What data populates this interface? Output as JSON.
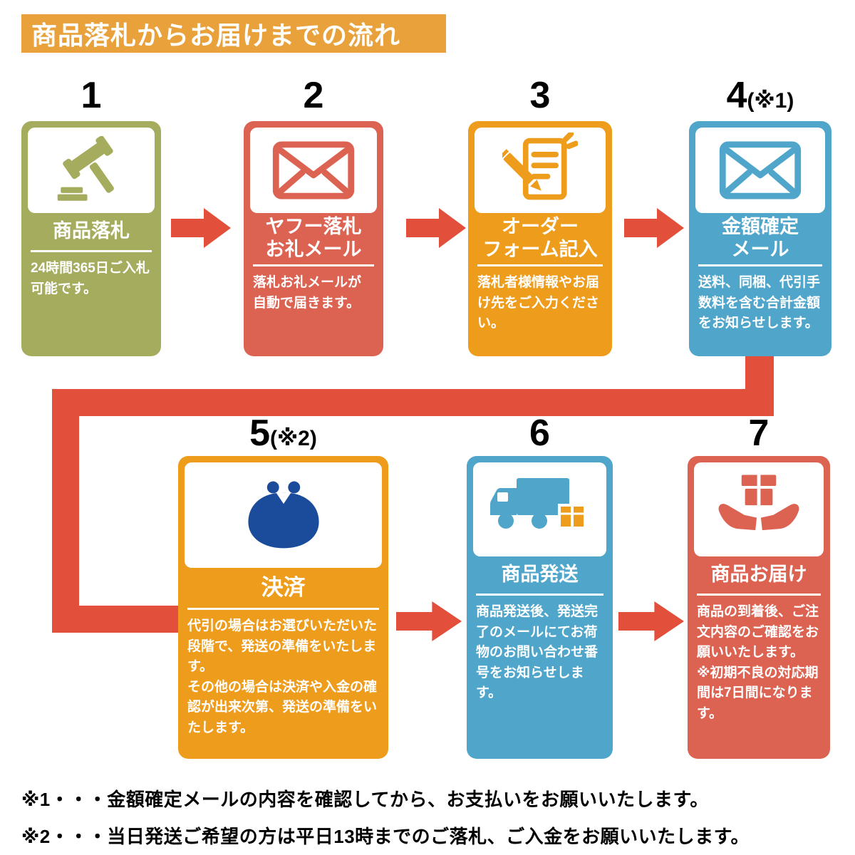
{
  "header": {
    "title": "商品落札からお届けまでの流れ"
  },
  "colors": {
    "header-orange": "#E9A23B",
    "olive": "#A6AC5E",
    "red": "#DC6352",
    "orange": "#EE9C1C",
    "blue": "#4FA6CA",
    "navy": "#1B4C9C",
    "arrow": "#E2503C",
    "ink": "#111111"
  },
  "steps": [
    {
      "number": "1",
      "number_note": "",
      "title": "商品落札",
      "description": "24時間365日ご入札可能です。",
      "icon": "gavel-icon"
    },
    {
      "number": "2",
      "number_note": "",
      "title": "ヤフー落札\nお礼メール",
      "description": "落札お礼メールが自動で届きます。",
      "icon": "mail-icon"
    },
    {
      "number": "3",
      "number_note": "",
      "title": "オーダー\nフォーム記入",
      "description": "落札者様情報やお届け先をご入力ください。",
      "icon": "pencil-form-icon"
    },
    {
      "number": "4",
      "number_note": "(※1)",
      "title": "金額確定\nメール",
      "description": "送料、同梱、代引手数料を含む合計金額をお知らせします。",
      "icon": "mail-icon"
    },
    {
      "number": "5",
      "number_note": "(※2)",
      "title": "決済",
      "description": "代引の場合はお選びいただいた段階で、発送の準備をいたします。\nその他の場合は決済や入金の確認が出来次第、発送の準備をいたします。",
      "icon": "coin-purse-icon"
    },
    {
      "number": "6",
      "number_note": "",
      "title": "商品発送",
      "description": "商品発送後、発送完了のメールにてお荷物のお問い合わせ番号をお知らせします。",
      "icon": "truck-icon"
    },
    {
      "number": "7",
      "number_note": "",
      "title": "商品お届け",
      "description": "商品の到着後、ご注文内容のご確認をお願いいたします。\n※初期不良の対応期間は7日間になります。",
      "icon": "hands-package-icon"
    }
  ],
  "footnotes": [
    "※1・・・金額確定メールの内容を確認してから、お支払いをお願いいたします。",
    "※2・・・当日発送ご希望の方は平日13時までのご落札、ご入金をお願いいたします。"
  ]
}
